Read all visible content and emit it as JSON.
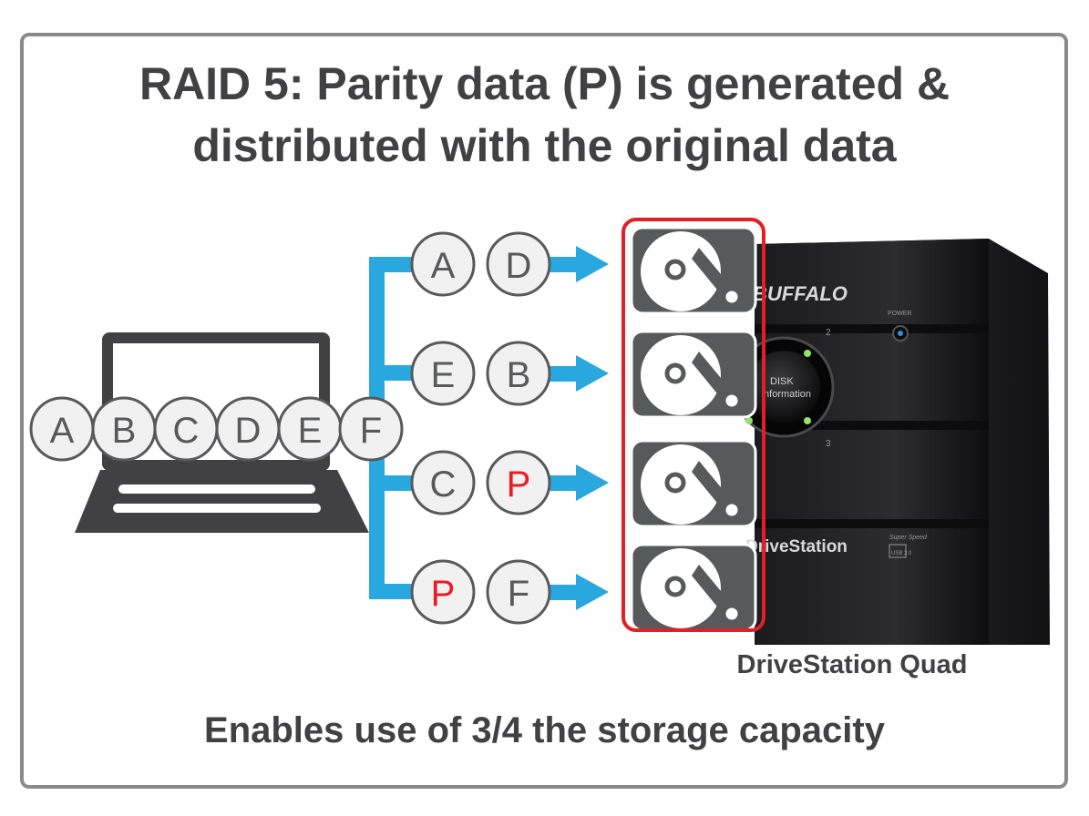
{
  "title_line1": "RAID 5: Parity data (P) is generated &",
  "title_line2": "distributed with the original data",
  "caption": "Enables use of 3/4 the storage capacity",
  "product_label": "DriveStation Quad",
  "source_blocks": [
    "A",
    "B",
    "C",
    "D",
    "E",
    "F"
  ],
  "drives": [
    {
      "blocks": [
        "A",
        "D"
      ]
    },
    {
      "blocks": [
        "E",
        "B"
      ]
    },
    {
      "blocks": [
        "C",
        "P"
      ]
    },
    {
      "blocks": [
        "P",
        "F"
      ]
    }
  ],
  "parity_letter": "P",
  "device": {
    "brand": "BUFFALO",
    "power_label": "POWER",
    "disk_info_label": "DISK\nInformation",
    "bay_numbers": [
      "2",
      "3"
    ],
    "model_text": "DriveStation",
    "badge_top": "Super Speed",
    "badge_bottom": "USB 3.0"
  },
  "colors": {
    "arrow": "#29a8e0",
    "parity": "#ed1c24",
    "outline": "#e31e24",
    "drive": "#58595b",
    "text": "#414042"
  },
  "icons": [
    "laptop-icon",
    "hard-drive-icon"
  ]
}
